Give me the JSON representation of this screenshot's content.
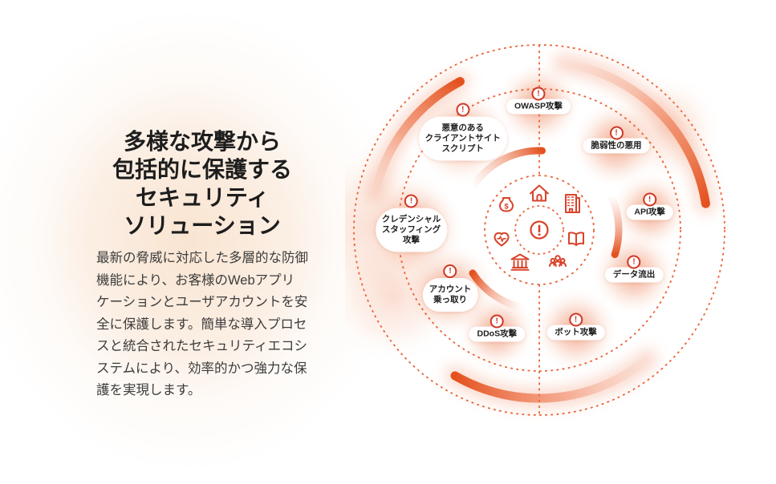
{
  "left": {
    "heading_lines": [
      "多様な攻撃から",
      "包括的に保護する",
      "セキュリティ",
      "ソリューション"
    ],
    "description_lines": [
      "最新の脅威に対応した多層的な防御",
      "機能により、お客様のWebアプリ",
      "ケーションとユーザアカウントを安",
      "全に保護します。簡単な導入プロセ",
      "スと統合されたセキュリティエコシ",
      "ステムにより、効率的かつ強力な保",
      "護を実現します。"
    ]
  },
  "diagram": {
    "warning_glyph": "!",
    "money_symbol": "$",
    "labels": [
      {
        "id": "owasp-attack",
        "lines": [
          "OWASP攻撃"
        ]
      },
      {
        "id": "vulnerability-exploit",
        "lines": [
          "脆弱性の悪用"
        ]
      },
      {
        "id": "api-attack",
        "lines": [
          "API攻撃"
        ]
      },
      {
        "id": "data-leak",
        "lines": [
          "データ流出"
        ]
      },
      {
        "id": "bot-attack",
        "lines": [
          "ボット攻撃"
        ]
      },
      {
        "id": "ddos-attack",
        "lines": [
          "DDoS攻撃"
        ]
      },
      {
        "id": "account-takeover",
        "lines": [
          "アカウント",
          "乗っ取り"
        ]
      },
      {
        "id": "credential-stuffing",
        "lines": [
          "クレデンシャル",
          "スタッフィング",
          "攻撃"
        ]
      },
      {
        "id": "malicious-client-script",
        "lines": [
          "悪意のある",
          "クライアントサイト",
          "スクリプト"
        ]
      }
    ],
    "center_icons": [
      "house",
      "money-bag",
      "office-building",
      "health-heart",
      "book",
      "bank",
      "people",
      "alert"
    ],
    "colors": {
      "accent": "#E8552B",
      "icon": "#D8432A",
      "badge": "#CE3825",
      "glow": "#EA6C3E"
    }
  }
}
